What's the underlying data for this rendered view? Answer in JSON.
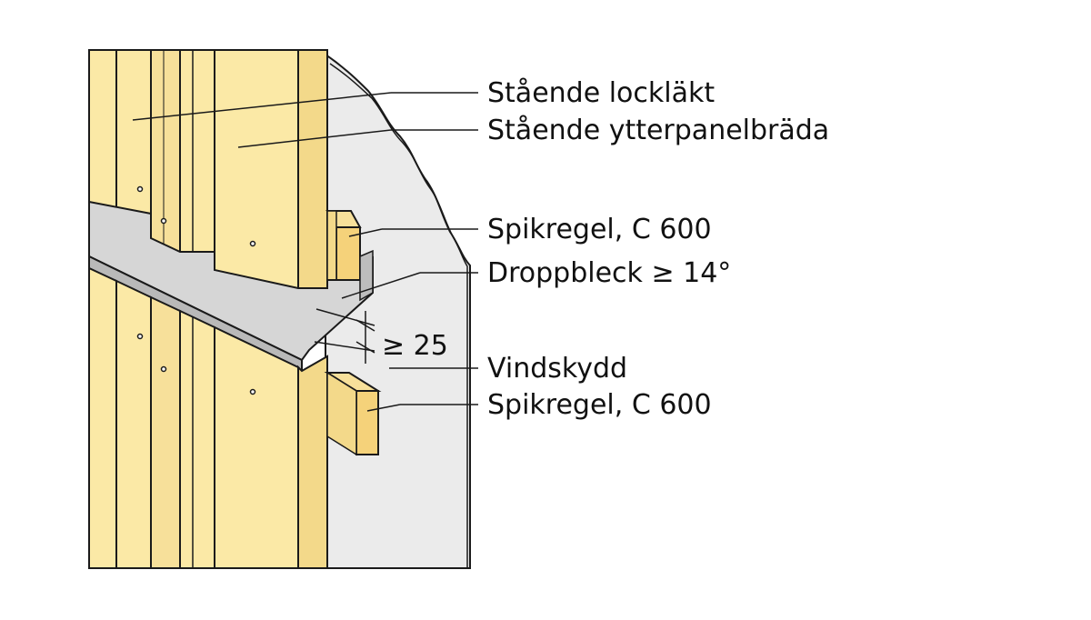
{
  "labels": {
    "staende_locklakt": "Stående lockläkt",
    "staende_ytterpanelbrada": "Stående ytterpanelbräda",
    "spikregel_upper": "Spikregel, C 600",
    "droppbleck": "Droppbleck ≥ 14°",
    "vindskydd": "Vindskydd",
    "spikregel_lower": "Spikregel, C 600"
  },
  "dimension": {
    "text": "≥ 25"
  },
  "colors": {
    "wood": "#fbe9a6",
    "wood_shade": "#f3d98a",
    "wood_end": "#f5d27a",
    "metal": "#d6d6d6",
    "metal_dark": "#b9b9b9",
    "wind_barrier": "#ebebeb",
    "line": "#1a1a1a"
  }
}
